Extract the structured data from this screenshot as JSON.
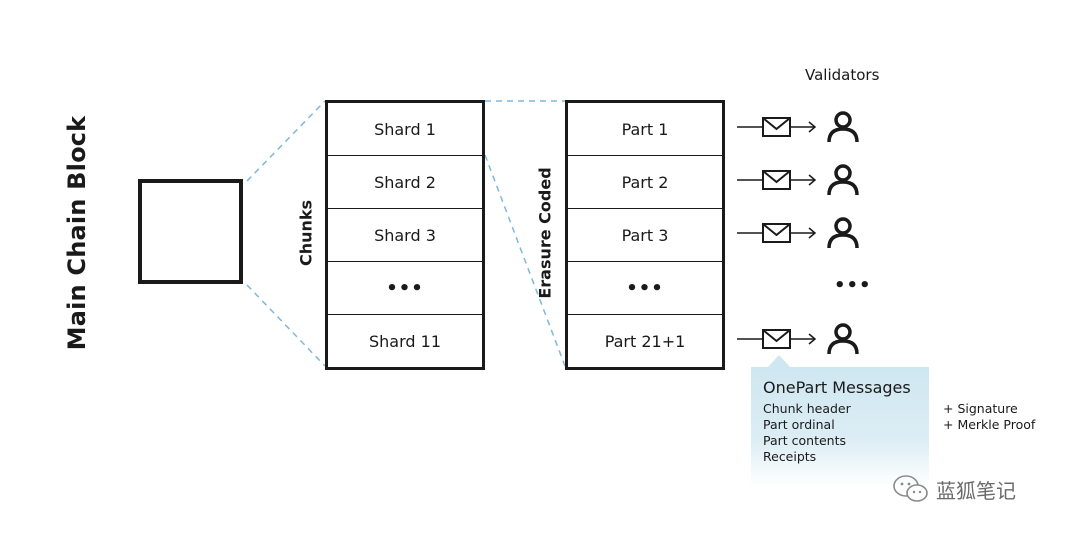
{
  "main_block": {
    "label": "Main Chain Block"
  },
  "chunks": {
    "label": "Chunks",
    "rows": [
      "Shard 1",
      "Shard 2",
      "Shard 3",
      "•••",
      "Shard 11"
    ]
  },
  "erasure": {
    "label": "Erasure Coded",
    "rows": [
      "Part 1",
      "Part 2",
      "Part 3",
      "•••",
      "Part 21+1"
    ]
  },
  "validators": {
    "title": "Validators",
    "ellipsis": "•••",
    "icons": [
      "envelope-icon",
      "arrow-icon",
      "person-icon"
    ]
  },
  "callout": {
    "title": "OnePart Messages",
    "items": [
      "Chunk header",
      "Part ordinal",
      "Part contents",
      "Receipts"
    ],
    "extras": [
      "+ Signature",
      "+ Merkle Proof"
    ]
  },
  "watermark": {
    "text": "蓝狐笔记",
    "icon": "wechat-icon"
  },
  "colors": {
    "ink": "#1a1a1a",
    "dashed": "#7fb8d6",
    "callout_bg": "#cfe7f1"
  }
}
